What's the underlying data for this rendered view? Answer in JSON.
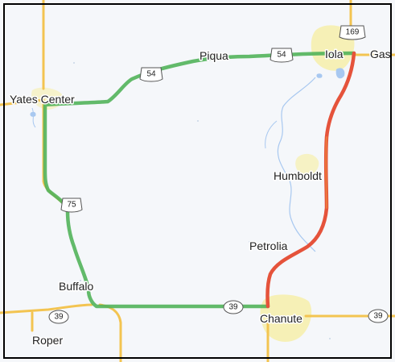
{
  "places": {
    "yates_center": "Yates Center",
    "piqua": "Piqua",
    "iola": "Iola",
    "gas": "Gas",
    "humboldt": "Humboldt",
    "petrolia": "Petrolia",
    "buffalo": "Buffalo",
    "chanute": "Chanute",
    "roper": "Roper"
  },
  "shields": {
    "us54_a": "54",
    "us54_b": "54",
    "us169": "169",
    "us75": "75",
    "k39_a": "39",
    "k39_b": "39",
    "k39_c": "39"
  },
  "colors": {
    "land": "#f5f7fa",
    "water": "#a8c8f0",
    "town": "#f6f0b6",
    "road_major": "#f3c451",
    "road_outline": "#e2b04a",
    "traffic_free": "#52b35a",
    "traffic_heavy": "#e5533b",
    "frame": "#000000"
  }
}
